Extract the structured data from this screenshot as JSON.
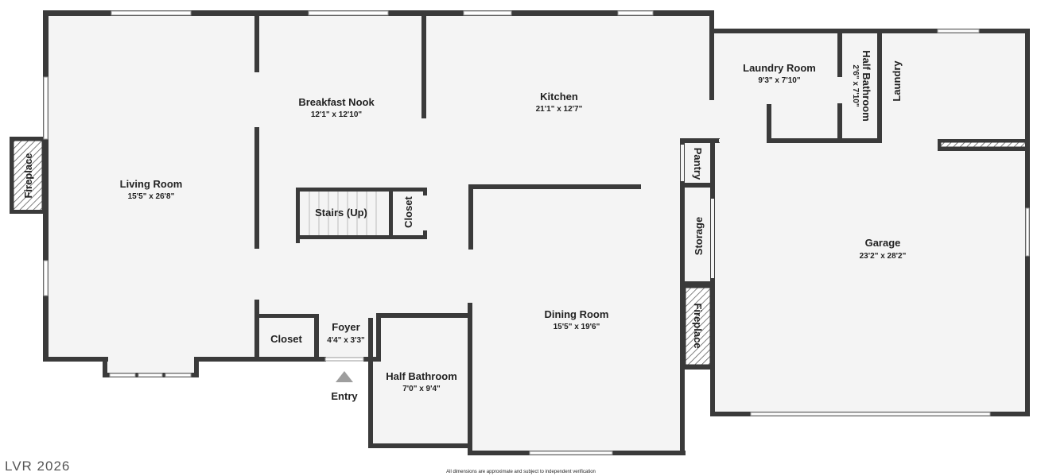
{
  "rooms": {
    "living_room": {
      "name": "Living Room",
      "dims": "15'5\" x 26'8\""
    },
    "breakfast_nook": {
      "name": "Breakfast Nook",
      "dims": "12'1\" x 12'10\""
    },
    "kitchen": {
      "name": "Kitchen",
      "dims": "21'1\" x 12'7\""
    },
    "laundry_room": {
      "name": "Laundry Room",
      "dims": "9'3\" x 7'10\""
    },
    "half_bathroom_upper": {
      "name": "Half Bathroom",
      "dims": "2'6\" x 7'10\""
    },
    "laundry": {
      "name": "Laundry"
    },
    "fireplace_left": {
      "name": "Fireplace"
    },
    "stairs": {
      "name": "Stairs (Up)"
    },
    "closet_stairs": {
      "name": "Closet"
    },
    "pantry": {
      "name": "Pantry"
    },
    "storage": {
      "name": "Storage"
    },
    "garage": {
      "name": "Garage",
      "dims": "23'2\" x 28'2\""
    },
    "fireplace_right": {
      "name": "Fireplace"
    },
    "dining_room": {
      "name": "Dining Room",
      "dims": "15'5\" x 19'6\""
    },
    "foyer": {
      "name": "Foyer",
      "dims": "4'4\" x 3'3\""
    },
    "closet_foyer": {
      "name": "Closet"
    },
    "half_bathroom_lower": {
      "name": "Half Bathroom",
      "dims": "7'0\" x 9'4\""
    },
    "entry": {
      "name": "Entry"
    }
  },
  "footer": {
    "brand": "LVR 2026",
    "disclaimer": "All dimensions are approximate and subject to independent verification"
  },
  "colors": {
    "wall": "#3a3a3a",
    "floor": "#f4f4f4",
    "entry_arrow": "#9e9e9e"
  }
}
